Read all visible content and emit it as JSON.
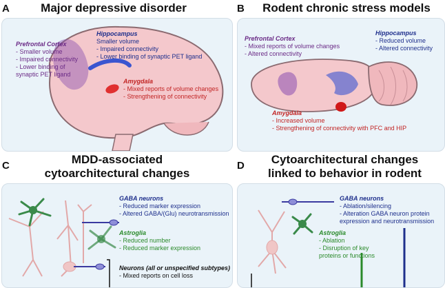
{
  "panels": {
    "A": {
      "letter": "A",
      "title": "Major depressive disorder",
      "prefrontal": {
        "title": "Prefrontal Cortex",
        "items": [
          "- Smaller volume",
          "- Impaired connectivity",
          "- Lower binding of",
          "synaptic PET ligand"
        ]
      },
      "hippocampus": {
        "title": "Hippocampus",
        "items": [
          "Smaller volume",
          "- Impaired connectivity",
          "- Lower binding of synaptic PET ligand"
        ]
      },
      "amygdala": {
        "title": "Amygdala",
        "items": [
          "- Mixed reports of volume changes",
          "- Strengthening of connectivity"
        ]
      }
    },
    "B": {
      "letter": "B",
      "title": "Rodent chronic stress models",
      "prefrontal": {
        "title": "Prefrontal Cortex",
        "items": [
          "- Mixed reports of volume changes",
          "- Altered connectivity"
        ]
      },
      "hippocampus": {
        "title": "Hippocampus",
        "items": [
          "- Reduced volume",
          "- Altered connectivity"
        ]
      },
      "amygdala": {
        "title": "Amygdala",
        "items": [
          "- Increased volume",
          "- Strengthening of connectivity with PFC and HIP"
        ]
      }
    },
    "C": {
      "letter": "C",
      "title_line1": "MDD-associated",
      "title_line2": "cytoarchitectural changes",
      "gaba": {
        "title": "GABA neurons",
        "items": [
          "- Reduced marker expression",
          "- Altered GABA/(Glu) neurotransmission"
        ]
      },
      "astroglia": {
        "title": "Astroglia",
        "items": [
          "- Reduced number",
          "- Reduced marker expression"
        ]
      },
      "neurons": {
        "title": "Neurons (all or unspecified subtypes)",
        "items": [
          "- Mixed reports on cell loss"
        ]
      }
    },
    "D": {
      "letter": "D",
      "title_line1": "Cytoarchitectural changes",
      "title_line2": "linked to behavior in rodent",
      "gaba": {
        "title": "GABA neurons",
        "items": [
          "- Ablation/silencing",
          "- Alteration GABA neuron protein",
          "expression and  neurotransmission"
        ]
      },
      "astroglia": {
        "title": "Astroglia",
        "items": [
          "- Ablation",
          "- Disruption of key",
          "proteins or functions"
        ]
      }
    }
  },
  "colors": {
    "panel_bg": "#eaf3f9",
    "brain": "#f4c8cc",
    "prefrontal": "#8a4fb0",
    "hippocampus": "#3a55d0",
    "amygdala": "#e03030",
    "astroglia": "#3a8a4a",
    "gaba_neuron": "#3a3aa0",
    "neuron": "#e2a8a8"
  }
}
